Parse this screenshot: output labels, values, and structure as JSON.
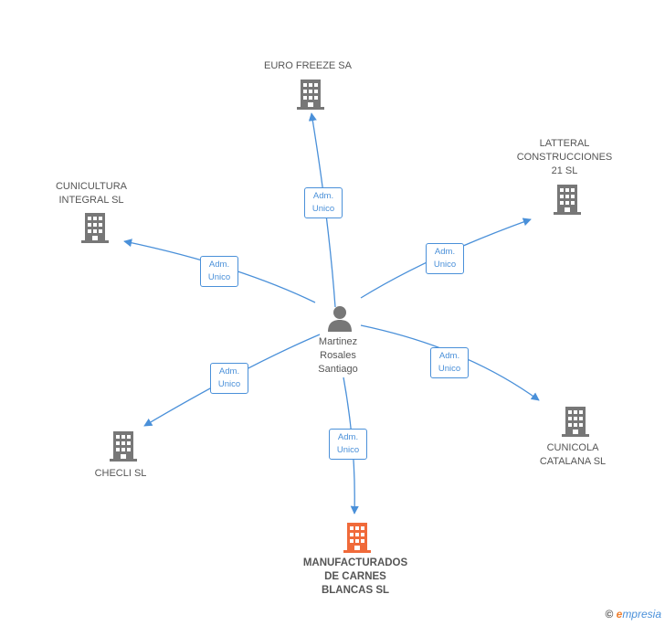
{
  "colors": {
    "edge": "#4a90d9",
    "building": "#777777",
    "building_highlight": "#f06a3a",
    "person": "#777777"
  },
  "center": {
    "name": "Martinez\nRosales\nSantiago",
    "icon": "person-icon"
  },
  "companies": [
    {
      "id": "euro-freeze",
      "name": "EURO FREEZE SA",
      "icon": "building-icon",
      "highlight": false
    },
    {
      "id": "latteral",
      "name": "LATTERAL\nCONSTRUCCIONES\n21 SL",
      "icon": "building-icon",
      "highlight": false
    },
    {
      "id": "cunicultura",
      "name": "CUNICULTURA\nINTEGRAL SL",
      "icon": "building-icon",
      "highlight": false
    },
    {
      "id": "cunicola",
      "name": "CUNICOLA\nCATALANA SL",
      "icon": "building-icon",
      "highlight": false
    },
    {
      "id": "checli",
      "name": "CHECLI SL",
      "icon": "building-icon",
      "highlight": false
    },
    {
      "id": "manufacturados",
      "name": "MANUFACTURADOS\nDE CARNES\nBLANCAS SL",
      "icon": "building-icon",
      "highlight": true
    }
  ],
  "edges": [
    {
      "to": "euro-freeze",
      "role_line1": "Adm.",
      "role_line2": "Unico"
    },
    {
      "to": "latteral",
      "role_line1": "Adm.",
      "role_line2": "Unico"
    },
    {
      "to": "cunicultura",
      "role_line1": "Adm.",
      "role_line2": "Unico"
    },
    {
      "to": "cunicola",
      "role_line1": "Adm.",
      "role_line2": "Unico"
    },
    {
      "to": "checli",
      "role_line1": "Adm.",
      "role_line2": "Unico"
    },
    {
      "to": "manufacturados",
      "role_line1": "Adm.",
      "role_line2": "Unico"
    }
  ],
  "brand": {
    "copyright": "©",
    "first_letter": "e",
    "rest": "mpresia"
  }
}
